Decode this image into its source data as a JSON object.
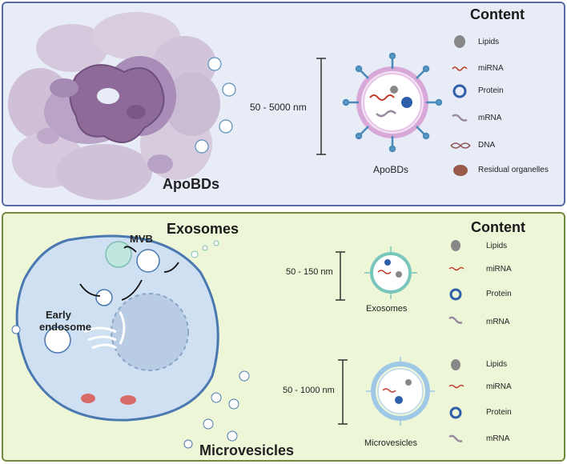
{
  "top": {
    "content_heading": "Content",
    "apobds_bold": "ApoBDs",
    "scale_label": "50 - 5000 nm",
    "vesicle_label": "ApoBDs",
    "legend": [
      {
        "label": "Lipids",
        "icon": "lipid-icon"
      },
      {
        "label": "miRNA",
        "icon": "mirna-icon"
      },
      {
        "label": "Protein",
        "icon": "protein-icon"
      },
      {
        "label": "mRNA",
        "icon": "mrna-icon"
      },
      {
        "label": "DNA",
        "icon": "dna-icon"
      },
      {
        "label": "Residual organelles",
        "icon": "organelle-icon"
      }
    ]
  },
  "bottom": {
    "exosomes_title": "Exosomes",
    "content_heading": "Content",
    "mvb_label": "MVB",
    "early_endosome_line1": "Early",
    "early_endosome_line2": "endosome",
    "microvesicles_bold": "Microvesicles",
    "exo_scale": "50 - 150 nm",
    "exo_label": "Exosomes",
    "micro_scale": "50 - 1000 nm",
    "micro_label": "Microvesicles",
    "legend_exo": [
      {
        "label": "Lipids",
        "icon": "lipid-icon"
      },
      {
        "label": "miRNA",
        "icon": "mirna-icon"
      },
      {
        "label": "Protein",
        "icon": "protein-icon"
      },
      {
        "label": "mRNA",
        "icon": "mrna-icon"
      }
    ],
    "legend_micro": [
      {
        "label": "Lipids",
        "icon": "lipid-icon"
      },
      {
        "label": "miRNA",
        "icon": "mirna-icon"
      },
      {
        "label": "Protein",
        "icon": "protein-icon"
      },
      {
        "label": "mRNA",
        "icon": "mrna-icon"
      }
    ]
  },
  "colors": {
    "top_panel": "#e8ecf7",
    "top_border": "#5a6aa8",
    "bottom_panel": "#eef6d8",
    "bottom_border": "#6f8a3c",
    "cell": "#cfe0f3",
    "apoptotic": "#8e6a98"
  }
}
